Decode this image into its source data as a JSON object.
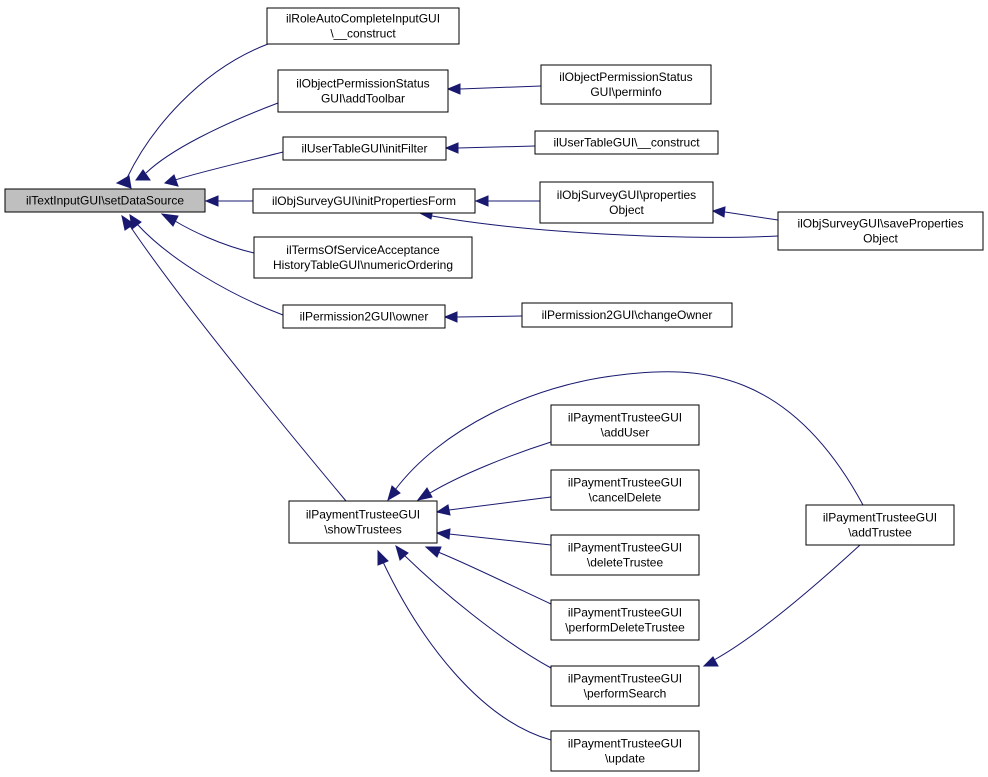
{
  "diagram": {
    "type": "call-graph",
    "nodes": [
      {
        "id": "root",
        "lines": [
          "ilTextInputGUI\\setDataSource"
        ],
        "root": true
      },
      {
        "id": "roleauto",
        "lines": [
          "ilRoleAutoCompleteInputGUI",
          "\\__construct"
        ]
      },
      {
        "id": "objperm_toolbar",
        "lines": [
          "ilObjectPermissionStatus",
          "GUI\\addToolbar"
        ]
      },
      {
        "id": "objperm_info",
        "lines": [
          "ilObjectPermissionStatus",
          "GUI\\perminfo"
        ]
      },
      {
        "id": "usertable_filter",
        "lines": [
          "ilUserTableGUI\\initFilter"
        ]
      },
      {
        "id": "usertable_construct",
        "lines": [
          "ilUserTableGUI\\__construct"
        ]
      },
      {
        "id": "survey_init",
        "lines": [
          "ilObjSurveyGUI\\initPropertiesForm"
        ]
      },
      {
        "id": "survey_props",
        "lines": [
          "ilObjSurveyGUI\\properties",
          "Object"
        ]
      },
      {
        "id": "survey_save",
        "lines": [
          "ilObjSurveyGUI\\saveProperties",
          "Object"
        ]
      },
      {
        "id": "terms",
        "lines": [
          "ilTermsOfServiceAcceptance",
          "HistoryTableGUI\\numericOrdering"
        ]
      },
      {
        "id": "perm2_owner",
        "lines": [
          "ilPermission2GUI\\owner"
        ]
      },
      {
        "id": "perm2_change",
        "lines": [
          "ilPermission2GUI\\changeOwner"
        ]
      },
      {
        "id": "pay_show",
        "lines": [
          "ilPaymentTrusteeGUI",
          "\\showTrustees"
        ]
      },
      {
        "id": "pay_adduser",
        "lines": [
          "ilPaymentTrusteeGUI",
          "\\addUser"
        ]
      },
      {
        "id": "pay_cancel",
        "lines": [
          "ilPaymentTrusteeGUI",
          "\\cancelDelete"
        ]
      },
      {
        "id": "pay_delete",
        "lines": [
          "ilPaymentTrusteeGUI",
          "\\deleteTrustee"
        ]
      },
      {
        "id": "pay_perfdel",
        "lines": [
          "ilPaymentTrusteeGUI",
          "\\performDeleteTrustee"
        ]
      },
      {
        "id": "pay_search",
        "lines": [
          "ilPaymentTrusteeGUI",
          "\\performSearch"
        ]
      },
      {
        "id": "pay_update",
        "lines": [
          "ilPaymentTrusteeGUI",
          "\\update"
        ]
      },
      {
        "id": "pay_addtrustee",
        "lines": [
          "ilPaymentTrusteeGUI",
          "\\addTrustee"
        ]
      }
    ],
    "edges": [
      {
        "from": "roleauto",
        "to": "root"
      },
      {
        "from": "objperm_toolbar",
        "to": "root"
      },
      {
        "from": "usertable_filter",
        "to": "root"
      },
      {
        "from": "survey_init",
        "to": "root"
      },
      {
        "from": "terms",
        "to": "root"
      },
      {
        "from": "perm2_owner",
        "to": "root"
      },
      {
        "from": "pay_show",
        "to": "root"
      },
      {
        "from": "objperm_info",
        "to": "objperm_toolbar"
      },
      {
        "from": "usertable_construct",
        "to": "usertable_filter"
      },
      {
        "from": "survey_props",
        "to": "survey_init"
      },
      {
        "from": "survey_save",
        "to": "survey_init"
      },
      {
        "from": "survey_save",
        "to": "survey_props"
      },
      {
        "from": "perm2_change",
        "to": "perm2_owner"
      },
      {
        "from": "pay_adduser",
        "to": "pay_show"
      },
      {
        "from": "pay_cancel",
        "to": "pay_show"
      },
      {
        "from": "pay_delete",
        "to": "pay_show"
      },
      {
        "from": "pay_perfdel",
        "to": "pay_show"
      },
      {
        "from": "pay_search",
        "to": "pay_show"
      },
      {
        "from": "pay_update",
        "to": "pay_show"
      },
      {
        "from": "pay_addtrustee",
        "to": "pay_show"
      },
      {
        "from": "pay_addtrustee",
        "to": "pay_search"
      }
    ],
    "colors": {
      "edge": "#191970",
      "root_fill": "#bfbfbf",
      "node_fill": "#ffffff",
      "node_border": "#000000"
    }
  }
}
